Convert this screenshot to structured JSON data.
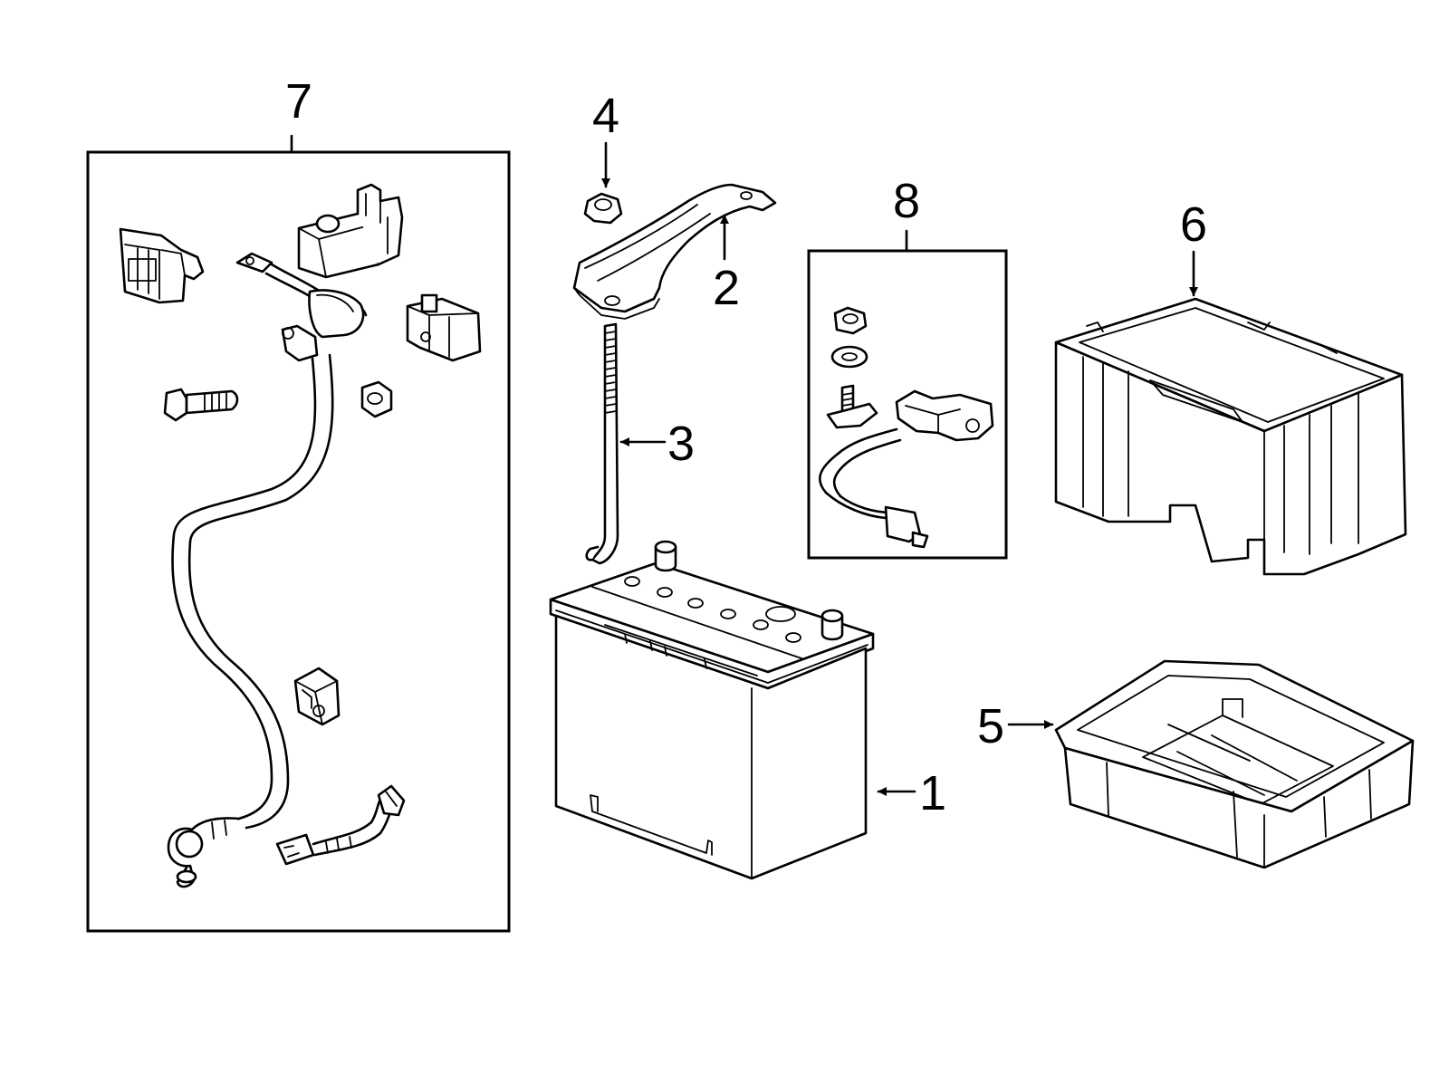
{
  "callouts": {
    "battery": "1",
    "hold_down_bracket": "2",
    "hold_down_rod": "3",
    "nut": "4",
    "battery_tray": "5",
    "battery_box": "6",
    "cable_assembly_group": "7",
    "negative_cable_group": "8"
  }
}
